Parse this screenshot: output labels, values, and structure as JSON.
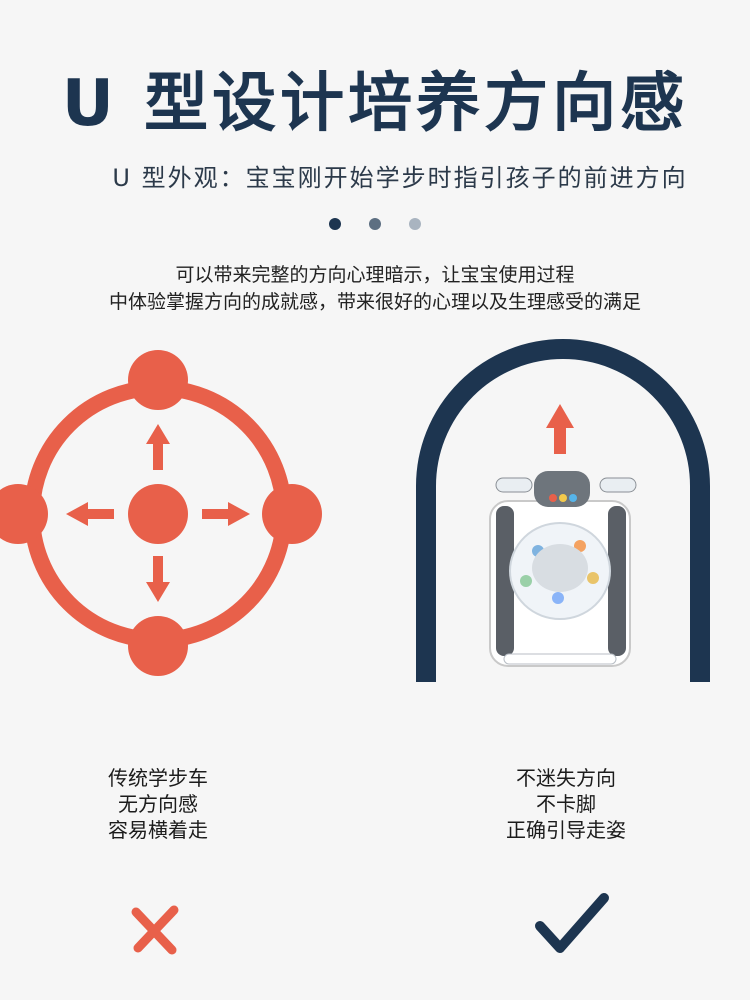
{
  "header": {
    "title": "U 型设计培养方向感",
    "subtitle": "U 型外观：宝宝刚开始学步时指引孩子的前进方向"
  },
  "pager": {
    "dot_colors": [
      "#1d3550",
      "#5d6f82",
      "#a9b4c0"
    ]
  },
  "description": {
    "line1": "可以带来完整的方向心理暗示，让宝宝使用过程",
    "line2": "中体验掌握方向的成就感，带来很好的心理以及生理感受的满足"
  },
  "comparison": {
    "left": {
      "lines": [
        "传统学步车",
        "无方向感",
        "容易横着走"
      ],
      "mark": "cross-icon"
    },
    "right": {
      "lines": [
        "不迷失方向",
        "不卡脚",
        "正确引导走姿"
      ],
      "mark": "check-icon"
    }
  },
  "colors": {
    "accent": "#e8604a",
    "navy": "#1d3550"
  }
}
